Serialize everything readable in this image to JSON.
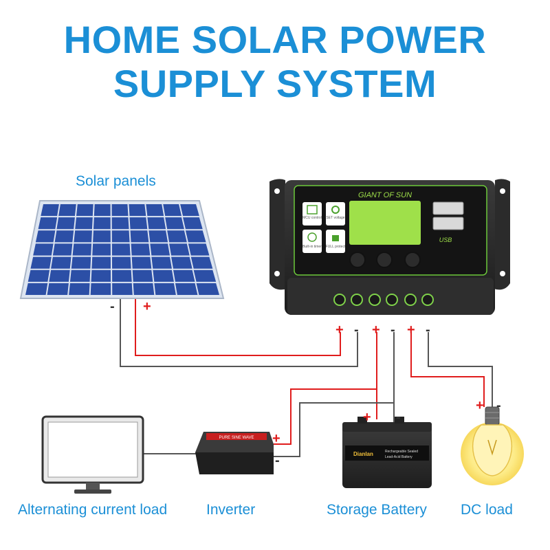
{
  "title": {
    "line1": "HOME SOLAR POWER",
    "line2": "SUPPLY SYSTEM"
  },
  "labels": {
    "solar_panels": "Solar panels",
    "ac_load": "Alternating current load",
    "inverter": "Inverter",
    "battery": "Storage Battery",
    "dc_load": "DC load"
  },
  "controller": {
    "brand": "GIANT OF SUN",
    "mcu": "MCU control",
    "set_voltage": "SET voltage",
    "timer": "Built-in timer",
    "protect": "FULL protect",
    "usb": "USB"
  },
  "battery_face": {
    "brand": "Dianlan",
    "line1": "Rechargeable Sealed",
    "line2": "Lead-Acid Battery"
  },
  "inverter_face": {
    "text": "PURE SINE WAVE"
  },
  "polarity": {
    "plus": "+",
    "minus": "-"
  },
  "colors": {
    "accent": "#1b8fd6",
    "positive_wire": "#e01c1c",
    "negative_wire": "#555555",
    "panel_cell": "#2c4fa6",
    "controller_body": "#2a2a2a",
    "lcd_green": "#9fe04a"
  }
}
